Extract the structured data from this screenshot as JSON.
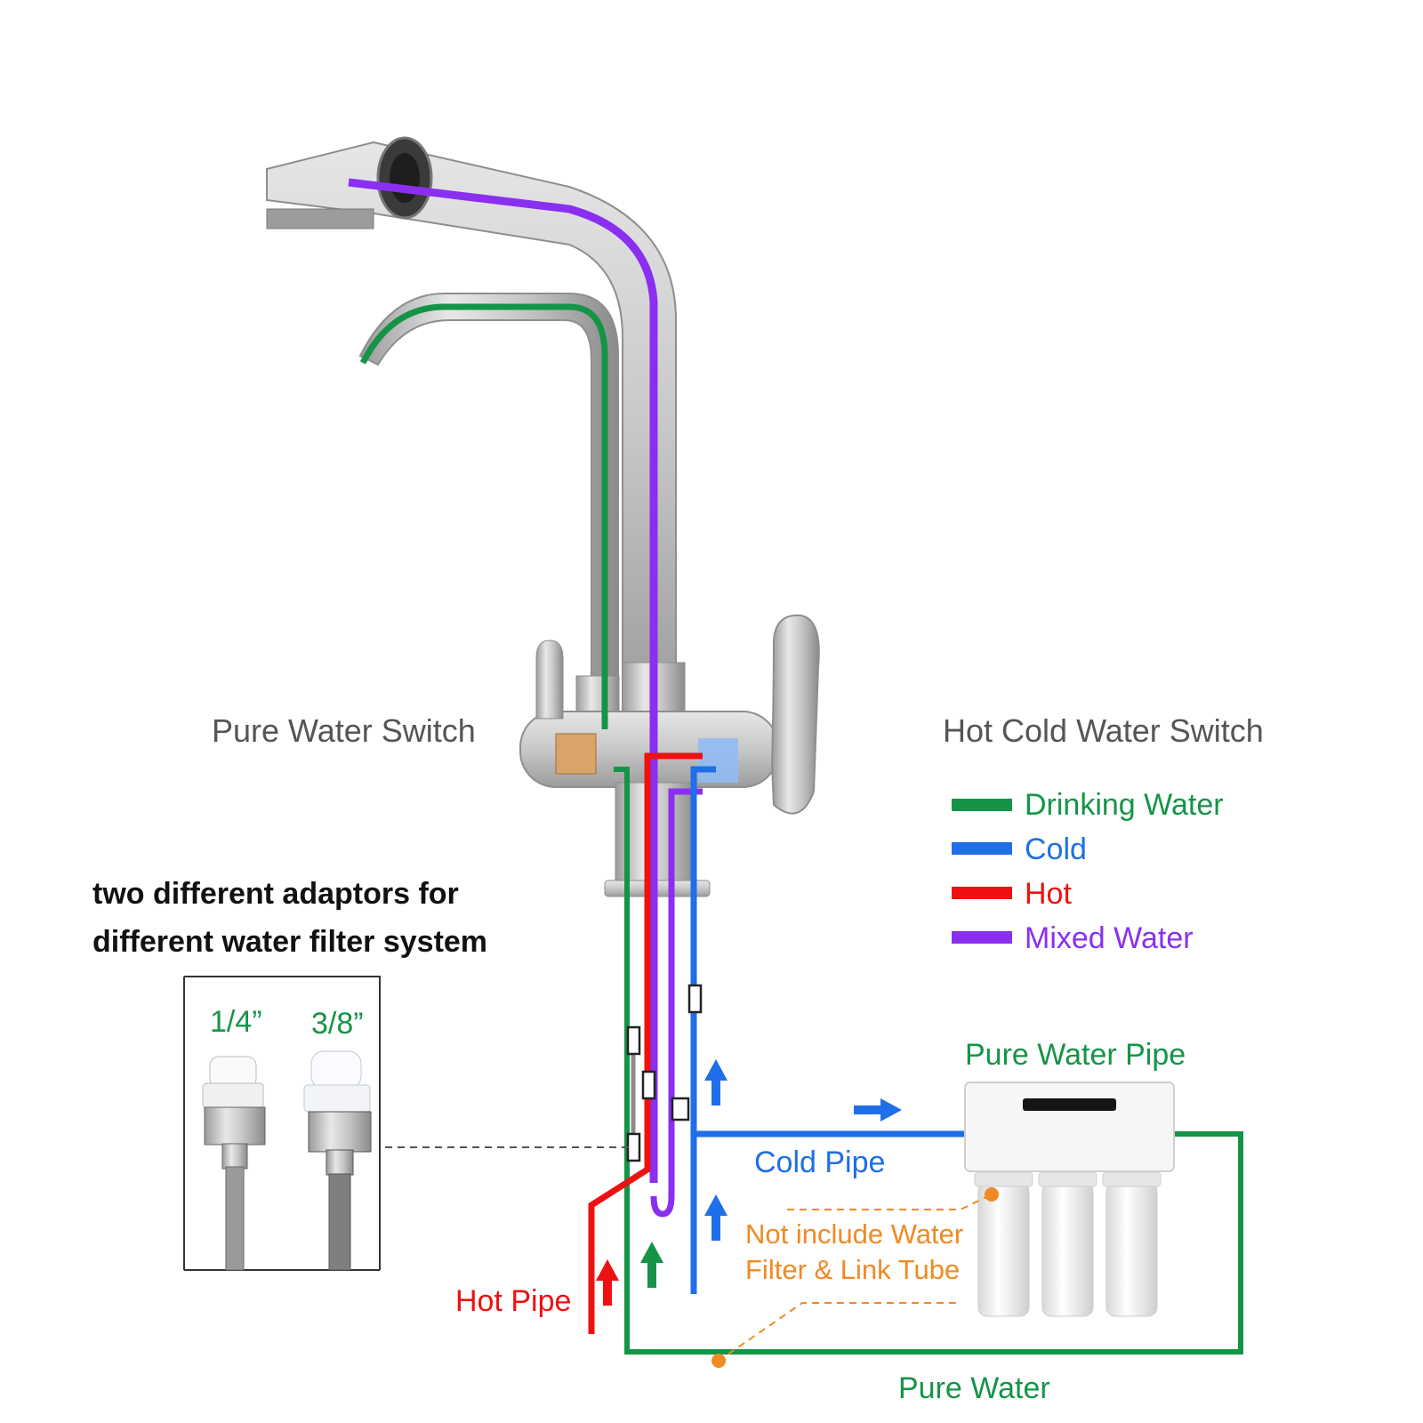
{
  "labels": {
    "pure_water_switch": "Pure Water Switch",
    "hot_cold_switch": "Hot Cold Water Switch",
    "adaptors_line1": "two different adaptors for",
    "adaptors_line2": "different water filter system",
    "size_quarter": "1/4”",
    "size_three_eighths": "3/8”",
    "pure_water_pipe": "Pure Water Pipe",
    "cold_pipe": "Cold Pipe",
    "hot_pipe": "Hot Pipe",
    "pure_water": "Pure Water",
    "not_include_line1": "Not include Water",
    "not_include_line2": "Filter & Link Tube"
  },
  "legend": [
    {
      "label": "Drinking Water",
      "color": "#159447"
    },
    {
      "label": "Cold",
      "color": "#1e6fe8"
    },
    {
      "label": "Hot",
      "color": "#ee1111"
    },
    {
      "label": "Mixed Water",
      "color": "#8a2ff0"
    }
  ],
  "colors": {
    "drinking": "#159447",
    "cold": "#1e6fe8",
    "hot": "#ee1111",
    "mixed": "#8a2ff0",
    "note": "#f08a24",
    "grey_text": "#555555"
  }
}
